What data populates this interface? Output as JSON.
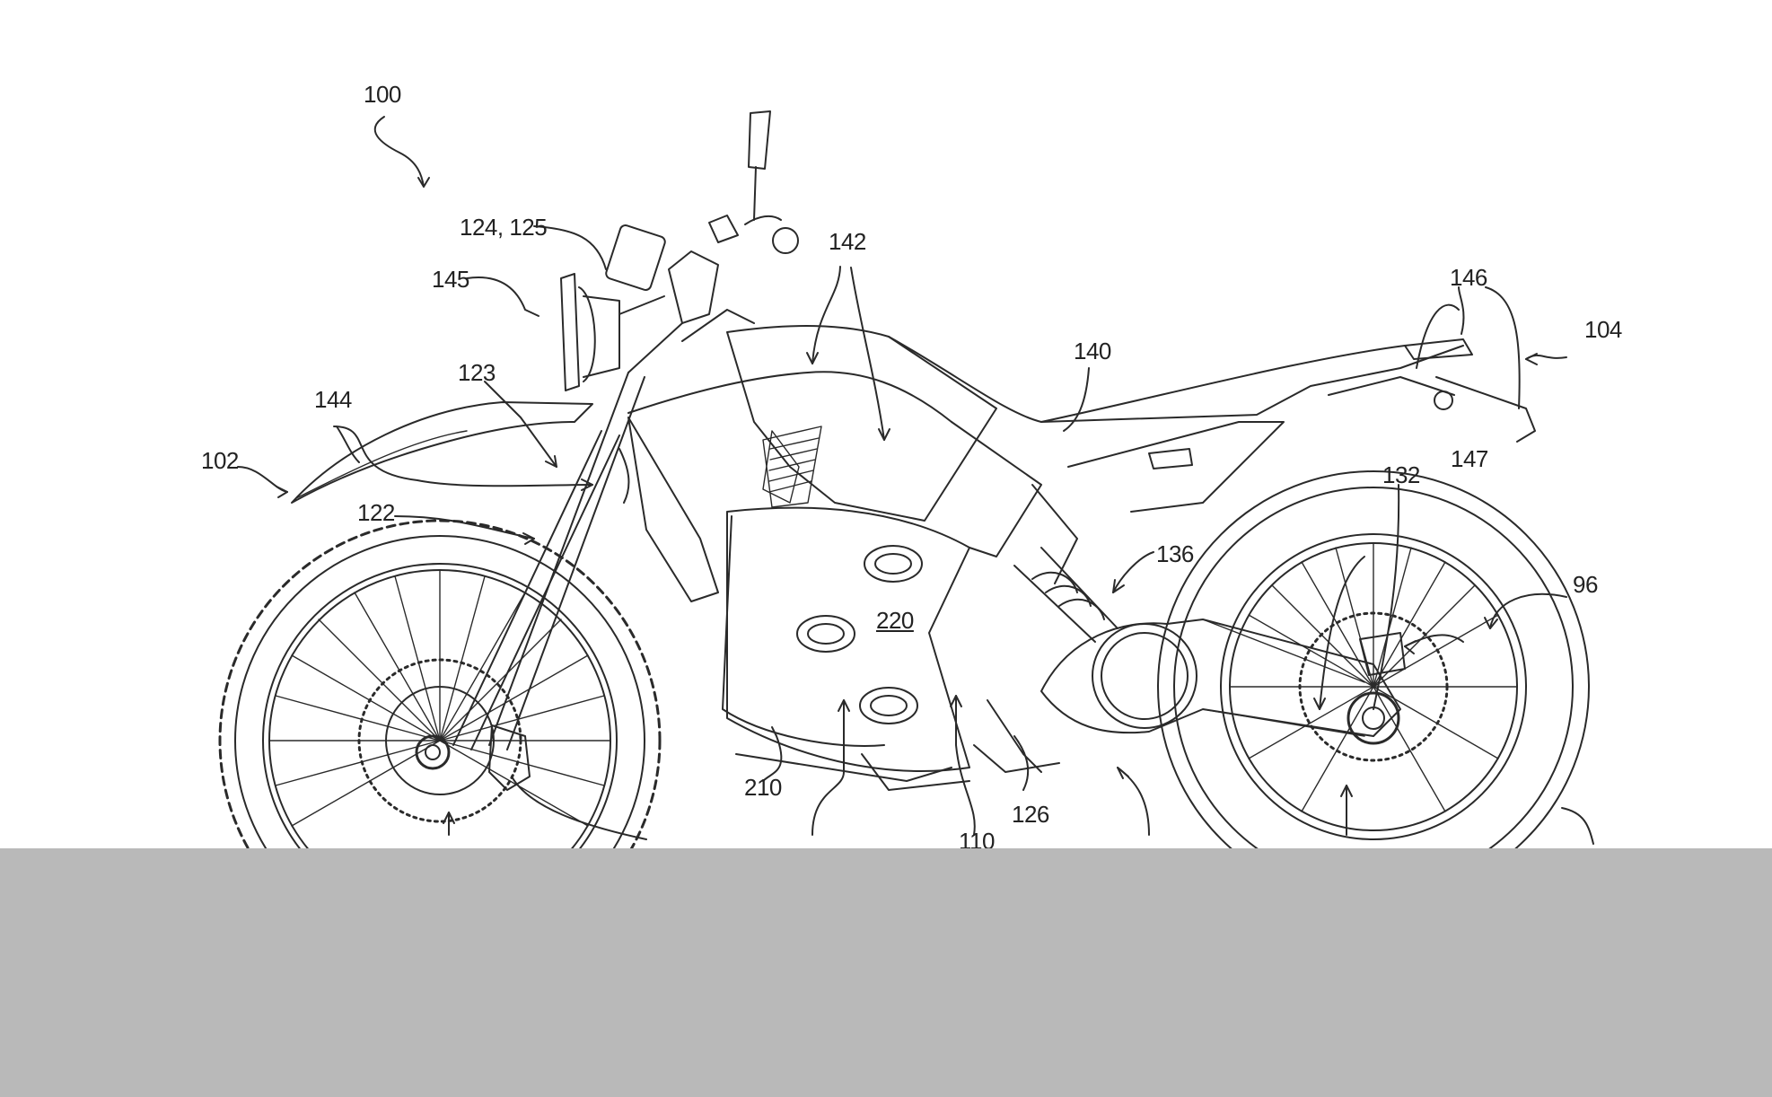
{
  "figure": {
    "reference_numerals": {
      "motorcycle": "100",
      "front_end": "102",
      "rear_end": "104",
      "front_fork": "122",
      "steering_head": "123",
      "instrument_cluster": "124, 125",
      "headlight": "145",
      "front_fender": "144",
      "fuel_tank_area": "142",
      "seat": "140",
      "tail_section": "146",
      "tail_light": "147",
      "rear_caliper": "132",
      "rear_brake_ref": "96",
      "rear_shock": "136",
      "battery_pack": "220",
      "battery_housing": "210",
      "frame": "110",
      "footpeg": "126"
    }
  },
  "colors": {
    "line": "#2a2a2a",
    "background": "#ffffff",
    "bottom_band": "#b9b9b9"
  }
}
